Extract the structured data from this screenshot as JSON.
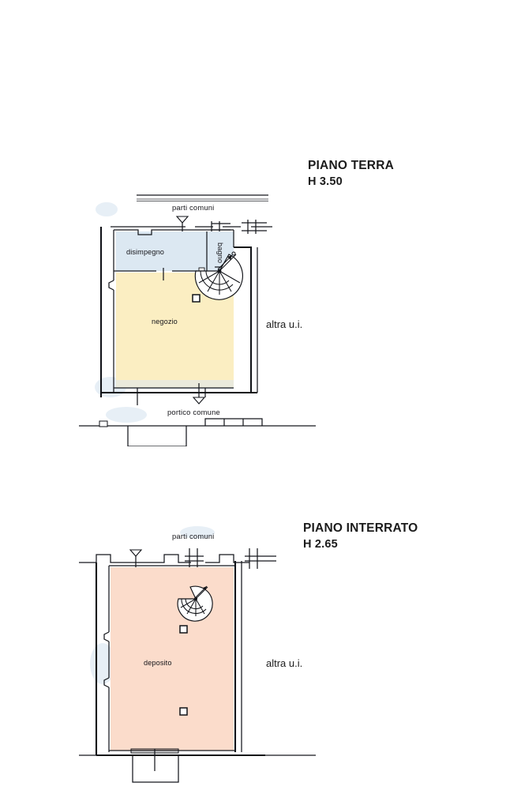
{
  "document": {
    "type": "floor-plan",
    "language": "it"
  },
  "floors": [
    {
      "id": "ground",
      "title": "PIANO TERRA",
      "height_label": "H 3.50",
      "neighbor_label": "altra u.i.",
      "common_top_label": "parti comuni",
      "common_bottom_label": "portico comune",
      "rooms": [
        {
          "name": "negozio",
          "fill": "#fbeec2"
        },
        {
          "name": "disimpegno",
          "fill": "#dce8f2"
        },
        {
          "name": "bagno",
          "fill": "#dce8f2",
          "rotated": true
        }
      ]
    },
    {
      "id": "basement",
      "title": "PIANO INTERRATO",
      "height_label": "H 2.65",
      "neighbor_label": "altra u.i.",
      "common_top_label": "parti comuni",
      "rooms": [
        {
          "name": "deposito",
          "fill": "#fbdccb"
        }
      ]
    }
  ],
  "colors": {
    "shop_fill": "#fbeec2",
    "hall_fill": "#dce8f2",
    "storage_fill": "#fbdccb",
    "wall_stroke": "#111318",
    "text": "#1a1a1a",
    "background": "#ffffff"
  }
}
